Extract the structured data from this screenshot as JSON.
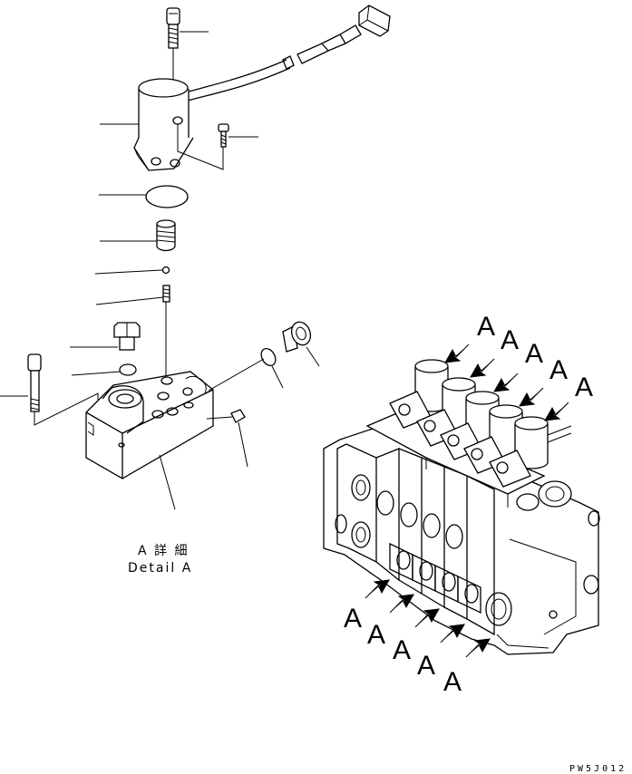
{
  "view_labels": {
    "top": [
      "A",
      "A",
      "A",
      "A",
      "A"
    ],
    "bottom": [
      "A",
      "A",
      "A",
      "A",
      "A"
    ]
  },
  "caption": {
    "jp": "A 詳 細",
    "en": "Detail A"
  },
  "drawing_code": "PW5J012"
}
